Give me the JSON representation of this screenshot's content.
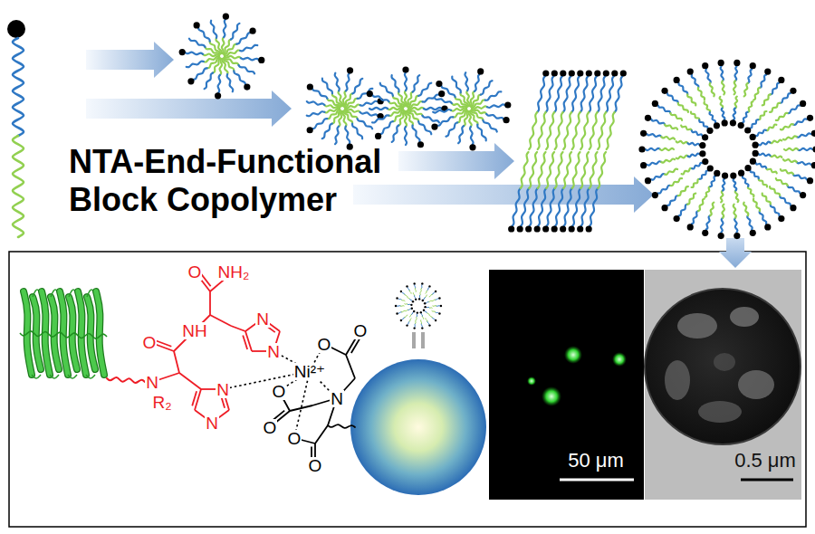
{
  "diagram": {
    "nodes": [
      {
        "text": [
          "50 μm"
        ]
      },
      {
        "text": [
          "0.5 μm"
        ]
      }
    ],
    "labels": [
      "NTA-End-Functional Block Copolymer",
      "O",
      "NH₂",
      "N",
      "NH",
      "N",
      "O",
      "N",
      "R₂",
      "N",
      "N",
      "Ni²⁺",
      "O",
      "O",
      "N",
      "O",
      "O",
      "O",
      "O"
    ]
  }
}
